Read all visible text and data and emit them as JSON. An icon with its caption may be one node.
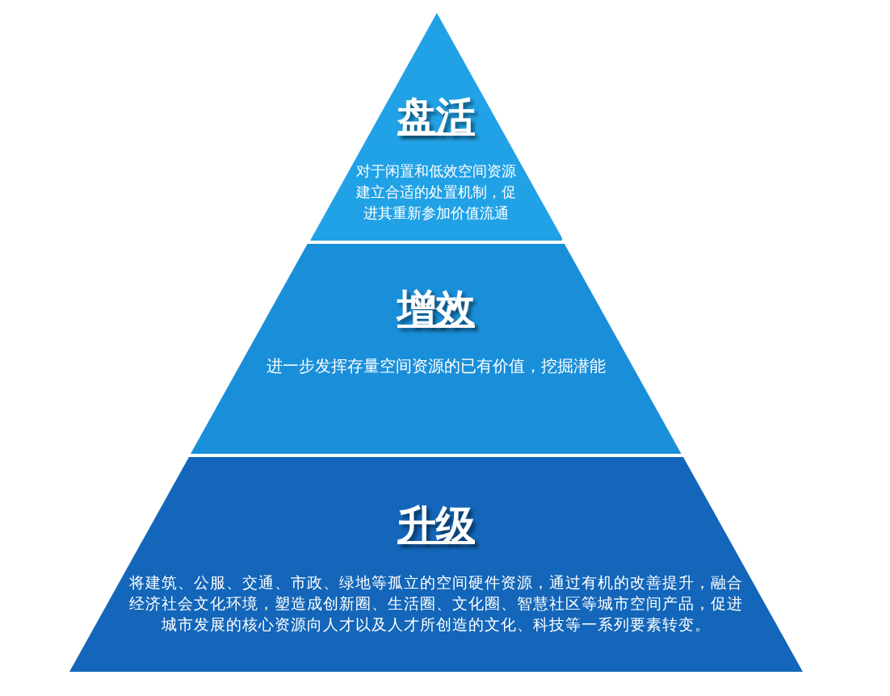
{
  "diagram": {
    "nodes": [
      {
        "text": [
          "盘活",
          "对于闲置和低效空间资源建立合适的处置机制，促进其重新参加价值流通"
        ]
      },
      {
        "text": [
          "增效",
          "进一步发挥存量空间资源的已有价值，挖掘潜能"
        ]
      },
      {
        "text": [
          "升级",
          "将建筑、公服、交通、市政、绿地等孤立的空间硬件资源，通过有机的改善提升，融合经济社会文化环境，塑造成创新圈、生活圈、文化圈、智慧社区等城市空间产品，促进城市发展的核心资源向人才以及人才所创造的文化、科技等一系列要素转变。"
        ]
      }
    ],
    "edges": []
  }
}
